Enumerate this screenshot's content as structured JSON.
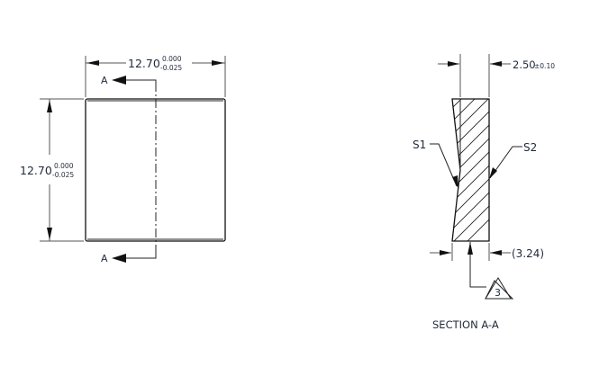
{
  "front_view": {
    "width_dim": {
      "nominal": "12.70",
      "upper_tol": "0.000",
      "lower_tol": "-0.025"
    },
    "height_dim": {
      "nominal": "12.70",
      "upper_tol": "0.000",
      "lower_tol": "-0.025"
    },
    "section_marker_top": "A",
    "section_marker_bottom": "A"
  },
  "section_view": {
    "title": "SECTION A-A",
    "thickness_dim": {
      "nominal": "2.50",
      "tol": "±0.10"
    },
    "reference_dim": "(3.24)",
    "surface_label_left": "S1",
    "surface_label_right": "S2",
    "note_flag": "3"
  },
  "colors": {
    "line": "#111111",
    "dimension": "#555555",
    "text": "#1f2a3a"
  }
}
